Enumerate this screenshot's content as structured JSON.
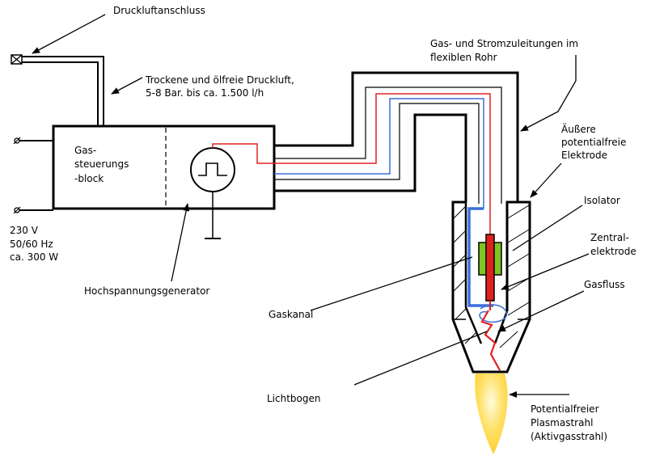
{
  "labels": {
    "druckluftanschluss": "Druckluftanschluss",
    "trockene_line1": "Trockene und ölfreie Druckluft,",
    "trockene_line2": "5-8 Bar. bis ca. 1.500 l/h",
    "gas_strom_line1": "Gas- und Stromzuleitungen im",
    "gas_strom_line2": "flexiblen Rohr",
    "gassteuerung_line1": "Gas-",
    "gassteuerung_line2": "steuerungs",
    "gassteuerung_line3": "-block",
    "aeussere_line1": "Äußere",
    "aeussere_line2": "potentialfreie",
    "aeussere_line3": "Elektrode",
    "isolator": "Isolator",
    "zentral_line1": "Zentral-",
    "zentral_line2": "elektrode",
    "gasfluss": "Gasfluss",
    "power_line1": "230 V",
    "power_line2": "50/60 Hz",
    "power_line3": "ca. 300 W",
    "hochspannung": "Hochspannungsgenerator",
    "gaskanal": "Gaskanal",
    "lichtbogen": "Lichtbogen",
    "plasma_line1": "Potentialfreier",
    "plasma_line2": "Plasmastrahl",
    "plasma_line3": "(Aktivgasstrahl)"
  },
  "colors": {
    "line": "#000000",
    "hv_wire": "#e02020",
    "gas_wire": "#3a6fd8",
    "isolator": "#7fc41f",
    "central_electrode": "#e0201c",
    "plasma": "#ffe066"
  }
}
